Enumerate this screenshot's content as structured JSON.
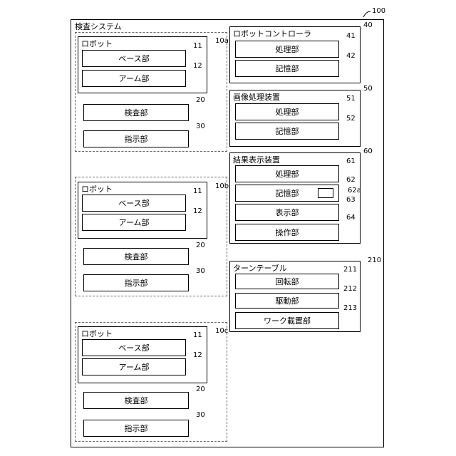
{
  "system": {
    "title": "検査システム",
    "ref": "100"
  },
  "robot_groups": [
    {
      "dashed_ref": "10a",
      "robot": {
        "title": "ロボット",
        "base": "ベース部",
        "base_ref": "11",
        "arm": "アーム部",
        "arm_ref": "12"
      },
      "inspection": "検査部",
      "inspection_ref": "20",
      "instruction": "指示部",
      "instruction_ref": "30"
    },
    {
      "dashed_ref": "10b",
      "robot": {
        "title": "ロボット",
        "base": "ベース部",
        "base_ref": "11",
        "arm": "アーム部",
        "arm_ref": "12"
      },
      "inspection": "検査部",
      "inspection_ref": "20",
      "instruction": "指示部",
      "instruction_ref": "30"
    },
    {
      "dashed_ref": "10c",
      "robot": {
        "title": "ロボット",
        "base": "ベース部",
        "base_ref": "11",
        "arm": "アーム部",
        "arm_ref": "12"
      },
      "inspection": "検査部",
      "inspection_ref": "20",
      "instruction": "指示部",
      "instruction_ref": "30"
    }
  ],
  "robot_controller": {
    "title": "ロボットコントローラ",
    "ref": "40",
    "items": [
      {
        "label": "処理部",
        "ref": "41"
      },
      {
        "label": "記憶部",
        "ref": "42"
      }
    ]
  },
  "image_processor": {
    "title": "画像処理装置",
    "ref": "50",
    "items": [
      {
        "label": "処理部",
        "ref": "51"
      },
      {
        "label": "記憶部",
        "ref": "52"
      }
    ]
  },
  "result_display": {
    "title": "結果表示装置",
    "ref": "60",
    "items": [
      {
        "label": "処理部",
        "ref": "61"
      },
      {
        "label": "記憶部",
        "ref": "62"
      },
      {
        "label": "表示部",
        "ref": "63"
      },
      {
        "label": "操作部",
        "ref": "64"
      }
    ],
    "sub_ref": "62a"
  },
  "turntable": {
    "title": "ターンテーブル",
    "ref": "210",
    "items": [
      {
        "label": "回転部",
        "ref": "211"
      },
      {
        "label": "駆動部",
        "ref": "212"
      },
      {
        "label": "ワーク載置部",
        "ref": "213"
      }
    ]
  }
}
